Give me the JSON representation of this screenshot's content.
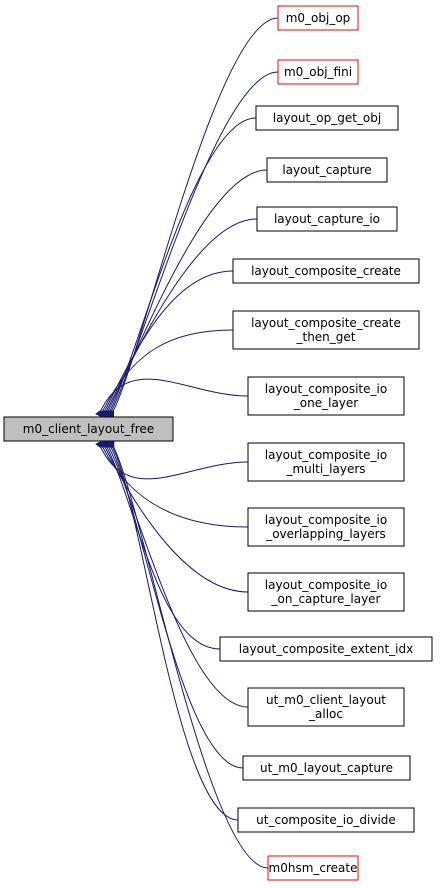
{
  "root": {
    "label": "m0_client_layout_free",
    "fill": "#bfbfbf",
    "border": "#000000"
  },
  "edge_color": "#191970",
  "nodes": [
    {
      "id": "n0",
      "lines": [
        "m0_obj_op"
      ],
      "border": "#ff0000"
    },
    {
      "id": "n1",
      "lines": [
        "m0_obj_fini"
      ],
      "border": "#ff0000"
    },
    {
      "id": "n2",
      "lines": [
        "layout_op_get_obj"
      ],
      "border": "#000000"
    },
    {
      "id": "n3",
      "lines": [
        "layout_capture"
      ],
      "border": "#000000"
    },
    {
      "id": "n4",
      "lines": [
        "layout_capture_io"
      ],
      "border": "#000000"
    },
    {
      "id": "n5",
      "lines": [
        "layout_composite_create"
      ],
      "border": "#000000"
    },
    {
      "id": "n6",
      "lines": [
        "layout_composite_create",
        "_then_get"
      ],
      "border": "#000000"
    },
    {
      "id": "n7",
      "lines": [
        "layout_composite_io",
        "_one_layer"
      ],
      "border": "#000000"
    },
    {
      "id": "n8",
      "lines": [
        "layout_composite_io",
        "_multi_layers"
      ],
      "border": "#000000"
    },
    {
      "id": "n9",
      "lines": [
        "layout_composite_io",
        "_overlapping_layers"
      ],
      "border": "#000000"
    },
    {
      "id": "n10",
      "lines": [
        "layout_composite_io",
        "_on_capture_layer"
      ],
      "border": "#000000"
    },
    {
      "id": "n11",
      "lines": [
        "layout_composite_extent_idx"
      ],
      "border": "#000000"
    },
    {
      "id": "n12",
      "lines": [
        "ut_m0_client_layout",
        "_alloc"
      ],
      "border": "#000000"
    },
    {
      "id": "n13",
      "lines": [
        "ut_m0_layout_capture"
      ],
      "border": "#000000"
    },
    {
      "id": "n14",
      "lines": [
        "ut_composite_io_divide"
      ],
      "border": "#000000"
    },
    {
      "id": "n15",
      "lines": [
        "m0hsm_create"
      ],
      "border": "#ff0000"
    }
  ]
}
